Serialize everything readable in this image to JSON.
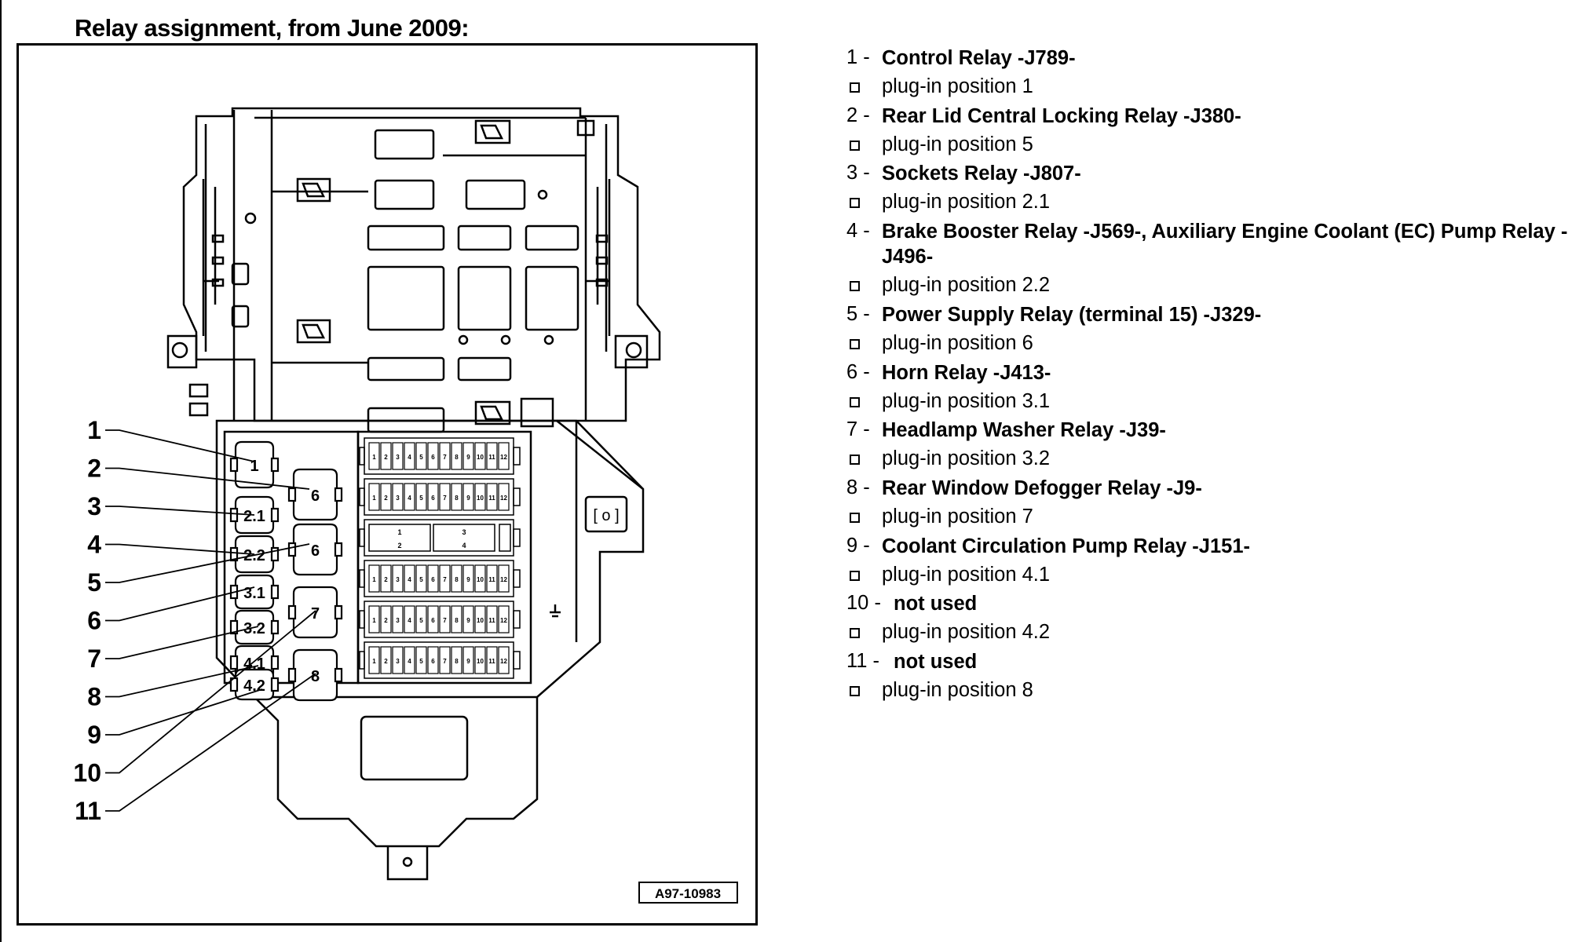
{
  "heading": "Relay assignment, from June 2009:",
  "figure_code": "A97-10983",
  "callouts": [
    "1",
    "2",
    "3",
    "4",
    "5",
    "6",
    "7",
    "8",
    "9",
    "10",
    "11"
  ],
  "sockets": [
    "1",
    "6",
    "2.1",
    "2.2",
    "6",
    "3.1",
    "7",
    "3.2",
    "4.1",
    "4.2",
    "8"
  ],
  "fuse_numbers": [
    "1",
    "2",
    "3",
    "4",
    "5",
    "6",
    "7",
    "8",
    "9",
    "10",
    "11",
    "12"
  ],
  "legend": [
    {
      "num": "1 -",
      "name": "Control Relay -J789-",
      "position": "plug-in position 1"
    },
    {
      "num": "2 -",
      "name": "Rear Lid Central Locking Relay -J380-",
      "position": "plug-in position 5"
    },
    {
      "num": "3 -",
      "name": "Sockets Relay -J807-",
      "position": "plug-in position 2.1"
    },
    {
      "num": "4 -",
      "name": "Brake Booster Relay -J569-, Auxiliary Engine Coolant (EC) Pump Relay -J496-",
      "position": "plug-in position 2.2"
    },
    {
      "num": "5 -",
      "name": "Power Supply Relay (terminal 15) -J329-",
      "position": "plug-in position 6"
    },
    {
      "num": "6 -",
      "name": "Horn Relay -J413-",
      "position": "plug-in position 3.1"
    },
    {
      "num": "7 -",
      "name": "Headlamp Washer Relay -J39-",
      "position": "plug-in position 3.2"
    },
    {
      "num": "8 -",
      "name": "Rear Window Defogger Relay -J9-",
      "position": "plug-in position 7"
    },
    {
      "num": "9 -",
      "name": "Coolant Circulation Pump Relay -J151-",
      "position": "plug-in position 4.1"
    },
    {
      "num": "10 -",
      "name": "not used",
      "position": "plug-in position 4.2"
    },
    {
      "num": "11 -",
      "name": "not used",
      "position": "plug-in position 8"
    }
  ]
}
